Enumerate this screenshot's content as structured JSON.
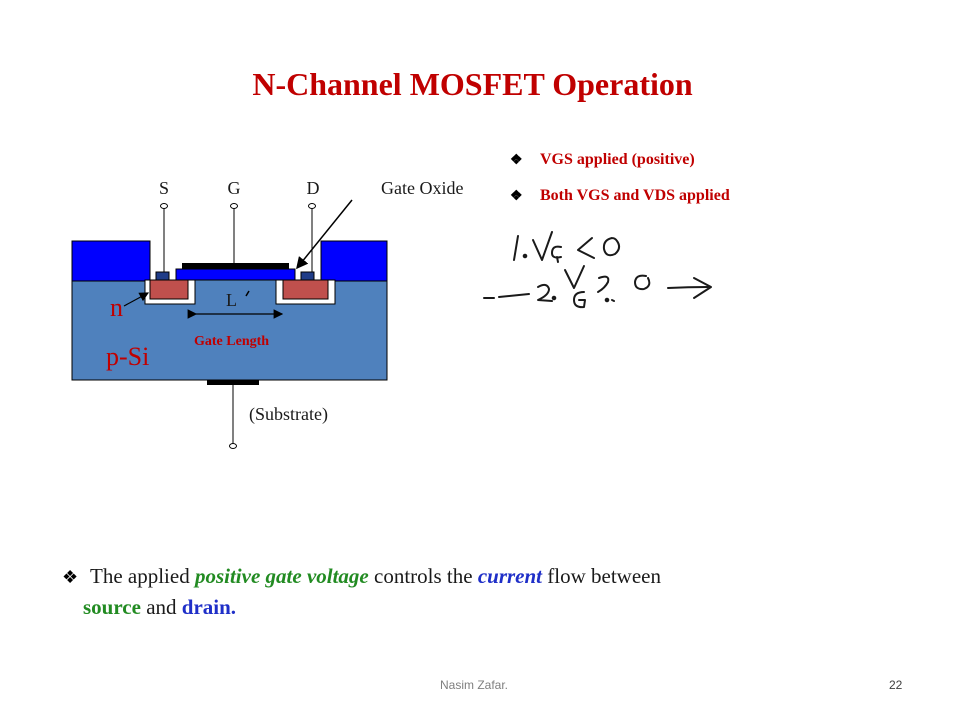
{
  "slide": {
    "title": "N-Channel MOSFET Operation"
  },
  "diagram": {
    "terminal_labels": {
      "source": "S",
      "gate": "G",
      "drain": "D"
    },
    "gate_oxide_label": "Gate Oxide",
    "n_region_label": "n",
    "substrate_material_label": "p-Si",
    "channel_length_label": "L",
    "gate_length_label": "Gate Length",
    "substrate_label": "(Substrate)",
    "colors": {
      "substrate_fill": "#4f81bd",
      "metal_fill": "#0000ff",
      "n_plus_fill": "#c0504d",
      "gate_length_text": "#c00000"
    }
  },
  "bullets": [
    {
      "text": "VGS applied (positive)"
    },
    {
      "text": "Both VGS and VDS applied"
    }
  ],
  "handwritten_notes": [
    "1. VG < 0",
    "2. VG > 0 →"
  ],
  "note": {
    "part1": "The applied ",
    "emphasis1": "positive gate voltage",
    "part2": " controls the ",
    "emphasis2": "current",
    "part3": " flow between",
    "source": "source",
    "part4": " and ",
    "drain": "drain."
  },
  "footer": {
    "author": "Nasim Zafar.",
    "page_number": "22"
  }
}
